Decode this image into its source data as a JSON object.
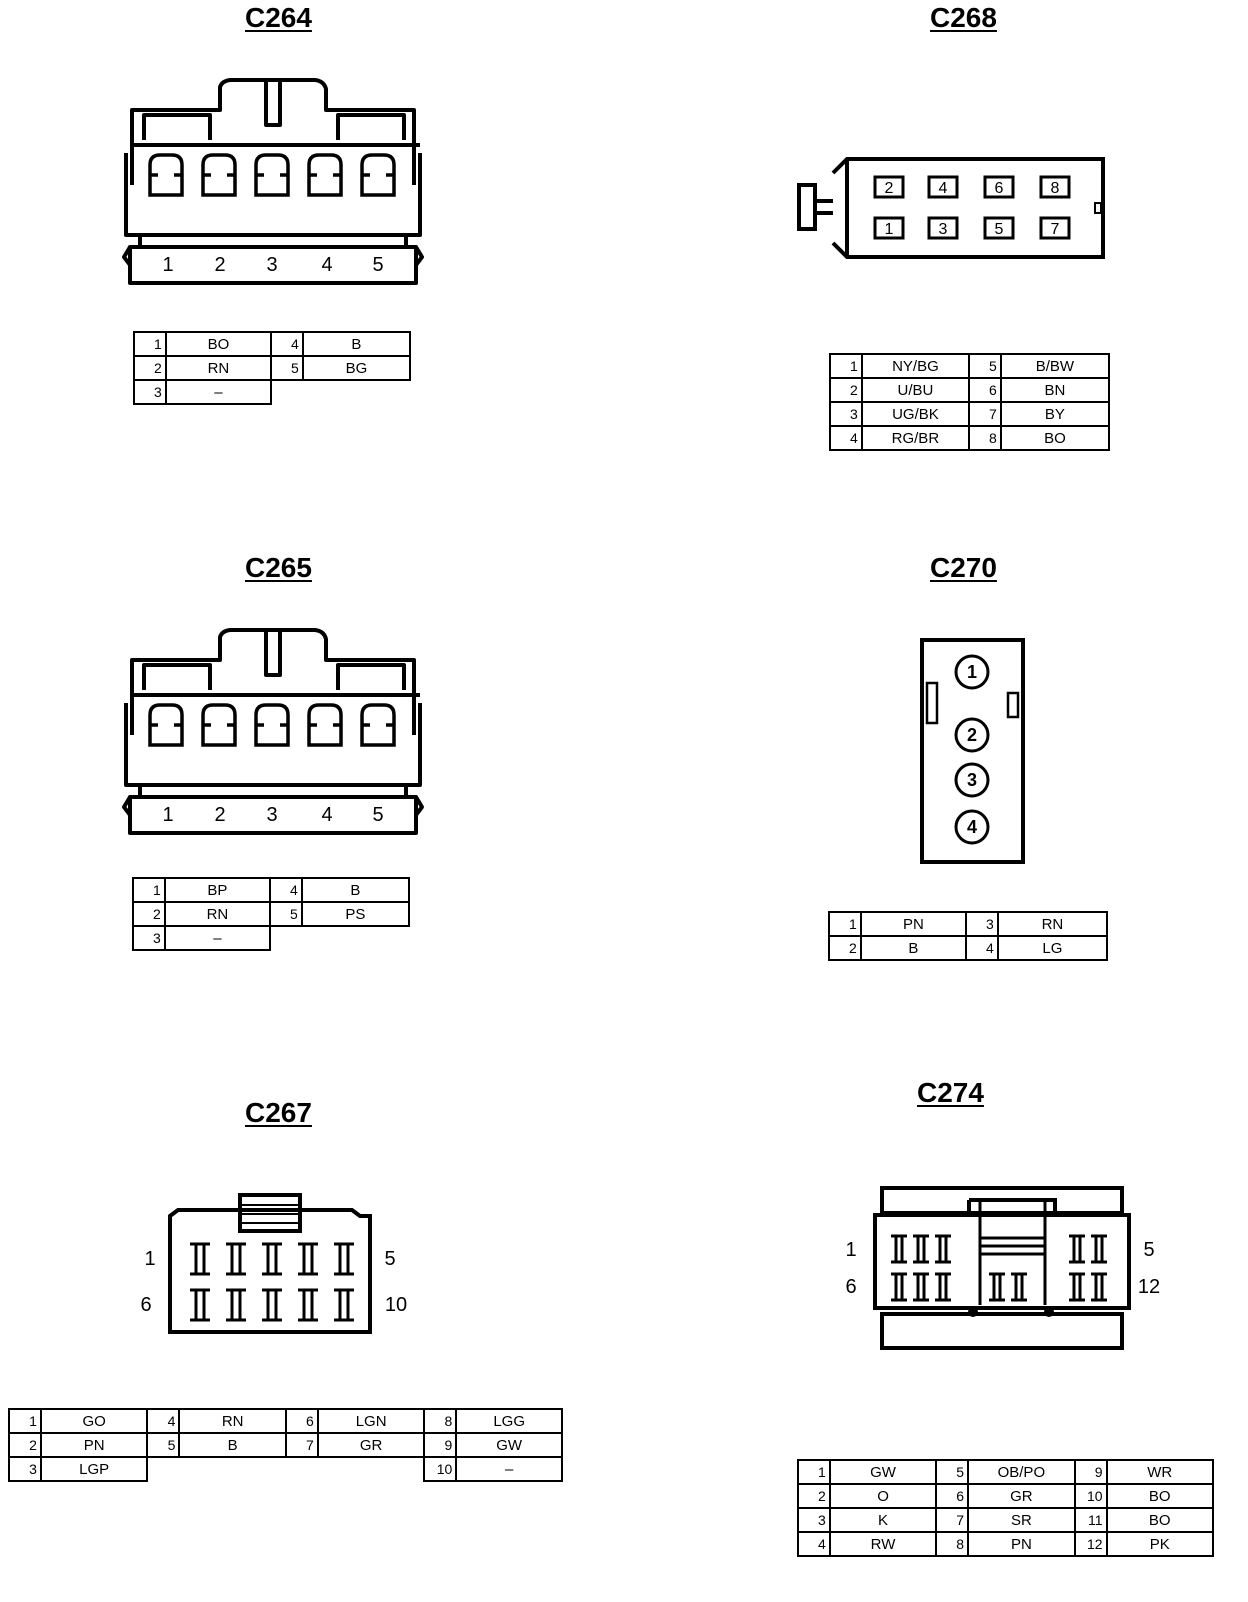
{
  "connectors": {
    "c264": {
      "title": "C264",
      "pin_labels": [
        "1",
        "2",
        "3",
        "4",
        "5"
      ],
      "rows": [
        [
          {
            "pin": "1",
            "color": "BO"
          },
          {
            "pin": "4",
            "color": "B"
          }
        ],
        [
          {
            "pin": "2",
            "color": "RN"
          },
          {
            "pin": "5",
            "color": "BG"
          }
        ],
        [
          {
            "pin": "3",
            "color": "–"
          }
        ]
      ]
    },
    "c268": {
      "title": "C268",
      "pins_top": [
        "2",
        "4",
        "6",
        "8"
      ],
      "pins_bottom": [
        "1",
        "3",
        "5",
        "7"
      ],
      "rows": [
        [
          {
            "pin": "1",
            "color": "NY/BG"
          },
          {
            "pin": "5",
            "color": "B/BW"
          }
        ],
        [
          {
            "pin": "2",
            "color": "U/BU"
          },
          {
            "pin": "6",
            "color": "BN"
          }
        ],
        [
          {
            "pin": "3",
            "color": "UG/BK"
          },
          {
            "pin": "7",
            "color": "BY"
          }
        ],
        [
          {
            "pin": "4",
            "color": "RG/BR"
          },
          {
            "pin": "8",
            "color": "BO"
          }
        ]
      ]
    },
    "c265": {
      "title": "C265",
      "pin_labels": [
        "1",
        "2",
        "3",
        "4",
        "5"
      ],
      "rows": [
        [
          {
            "pin": "1",
            "color": "BP"
          },
          {
            "pin": "4",
            "color": "B"
          }
        ],
        [
          {
            "pin": "2",
            "color": "RN"
          },
          {
            "pin": "5",
            "color": "PS"
          }
        ],
        [
          {
            "pin": "3",
            "color": "–"
          }
        ]
      ]
    },
    "c270": {
      "title": "C270",
      "pin_labels": [
        "1",
        "2",
        "3",
        "4"
      ],
      "rows": [
        [
          {
            "pin": "1",
            "color": "PN"
          },
          {
            "pin": "3",
            "color": "RN"
          }
        ],
        [
          {
            "pin": "2",
            "color": "B"
          },
          {
            "pin": "4",
            "color": "LG"
          }
        ]
      ]
    },
    "c267": {
      "title": "C267",
      "side_labels": {
        "top_left": "1",
        "top_right": "5",
        "bottom_left": "6",
        "bottom_right": "10"
      },
      "rows": [
        [
          {
            "pin": "1",
            "color": "GO"
          },
          {
            "pin": "4",
            "color": "RN"
          },
          {
            "pin": "6",
            "color": "LGN"
          },
          {
            "pin": "8",
            "color": "LGG"
          }
        ],
        [
          {
            "pin": "2",
            "color": "PN"
          },
          {
            "pin": "5",
            "color": "B"
          },
          {
            "pin": "7",
            "color": "GR"
          },
          {
            "pin": "9",
            "color": "GW"
          }
        ],
        [
          {
            "pin": "3",
            "color": "LGP"
          },
          {
            "pin": "10",
            "color": "–"
          }
        ]
      ]
    },
    "c274": {
      "title": "C274",
      "side_labels": {
        "top_left": "1",
        "top_right": "5",
        "bottom_left": "6",
        "bottom_right": "12"
      },
      "rows": [
        [
          {
            "pin": "1",
            "color": "GW"
          },
          {
            "pin": "5",
            "color": "OB/PO"
          },
          {
            "pin": "9",
            "color": "WR"
          }
        ],
        [
          {
            "pin": "2",
            "color": "O"
          },
          {
            "pin": "6",
            "color": "GR"
          },
          {
            "pin": "10",
            "color": "BO"
          }
        ],
        [
          {
            "pin": "3",
            "color": "K"
          },
          {
            "pin": "7",
            "color": "SR"
          },
          {
            "pin": "11",
            "color": "BO"
          }
        ],
        [
          {
            "pin": "4",
            "color": "RW"
          },
          {
            "pin": "8",
            "color": "PN"
          },
          {
            "pin": "12",
            "color": "PK"
          }
        ]
      ]
    }
  }
}
